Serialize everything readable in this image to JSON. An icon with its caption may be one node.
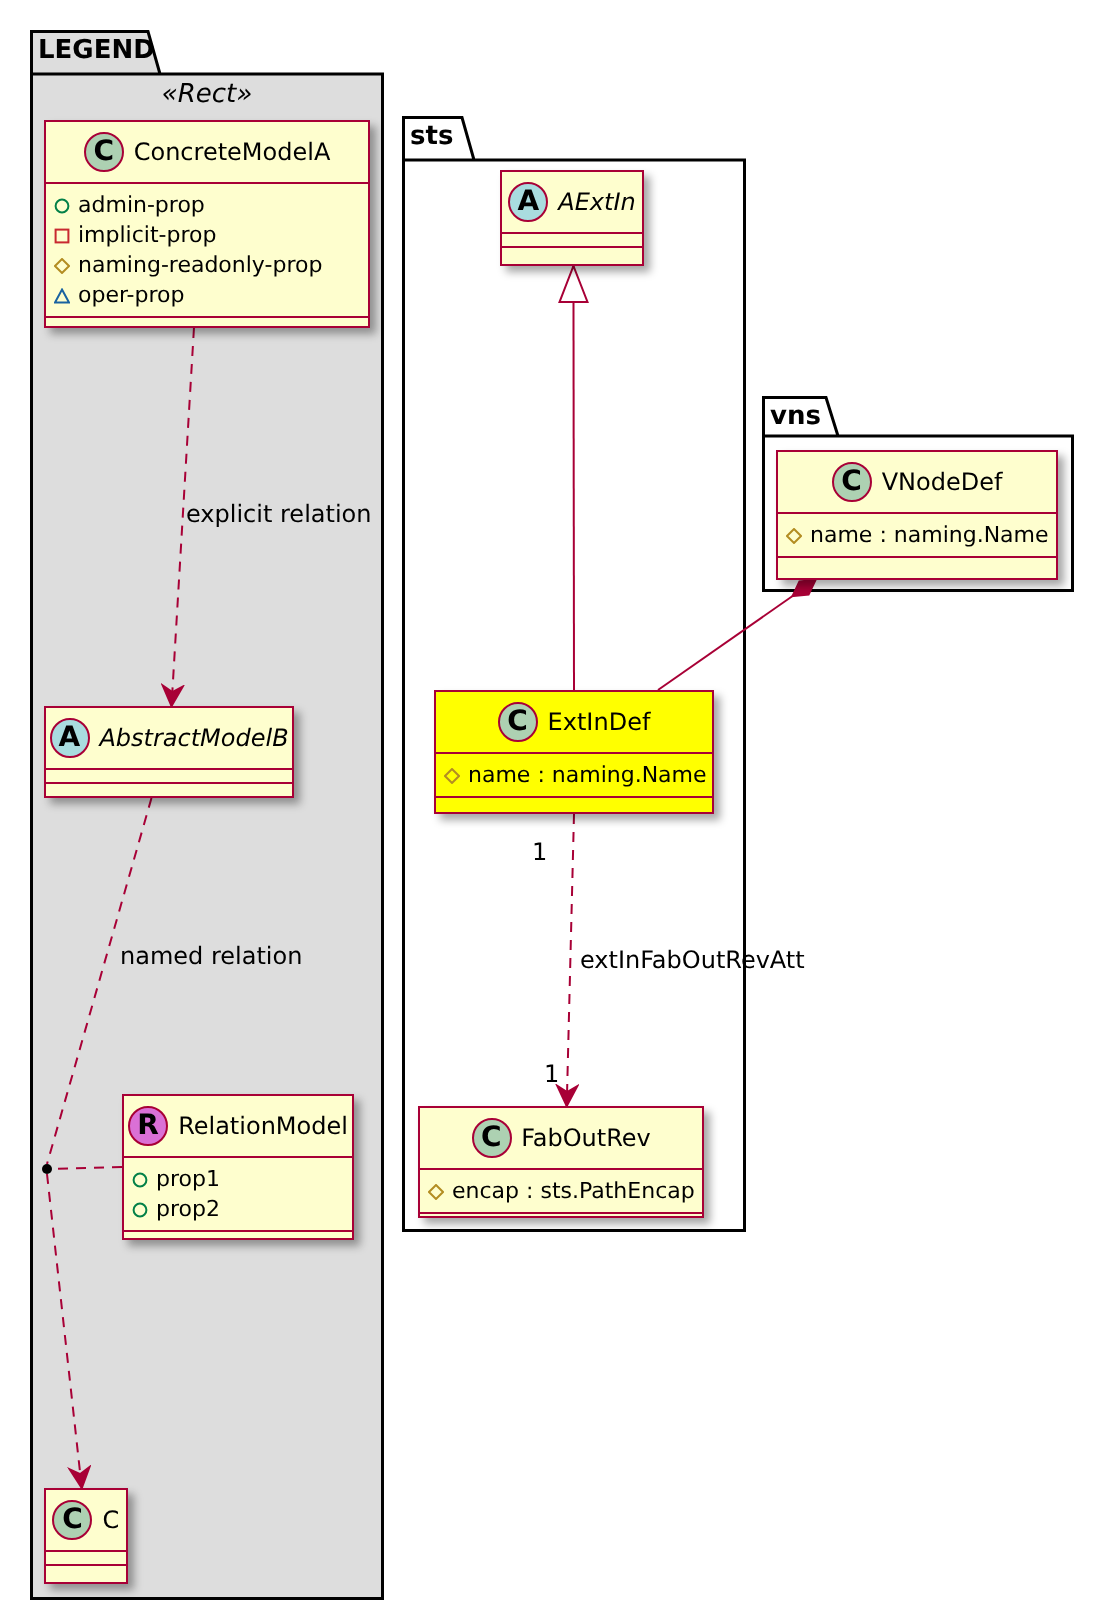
{
  "diagram": {
    "nodes": [
      {
        "text": [
          "LEGEND",
          "«Rect»"
        ]
      },
      {
        "text": [
          "C",
          "ConcreteModelA",
          "admin-prop",
          "implicit-prop",
          "naming-readonly-prop",
          "oper-prop"
        ],
        "in": 0
      },
      {
        "text": [
          "A",
          "AbstractModelB"
        ],
        "in": 0
      },
      {
        "text": [
          "R",
          "RelationModel",
          "prop1",
          "prop2"
        ],
        "in": 0
      },
      {
        "text": [],
        "shape": "circle",
        "in": 0
      },
      {
        "text": [
          "C",
          "C"
        ],
        "in": 0
      },
      {
        "text": [
          "sts"
        ]
      },
      {
        "text": [
          "A",
          "AExtIn"
        ],
        "in": 6
      },
      {
        "text": [
          "C",
          "ExtInDef",
          "name : naming.Name"
        ],
        "in": 6
      },
      {
        "text": [
          "C",
          "FabOutRev",
          "encap : sts.PathEncap"
        ],
        "in": 6
      },
      {
        "text": [
          "vns"
        ]
      },
      {
        "text": [
          "C",
          "VNodeDef",
          "name : naming.Name"
        ],
        "in": 10
      }
    ],
    "edges": [
      {
        "from": 1,
        "to": 2,
        "arrow": "to",
        "style": "dashed",
        "label": "explicit relation"
      },
      {
        "from": 2,
        "to": 4,
        "arrow": "none",
        "style": "dashed",
        "label": "named relation"
      },
      {
        "from": 4,
        "to": 5,
        "arrow": "to",
        "style": "dashed"
      },
      {
        "from": 3,
        "to": 4,
        "arrow": "none",
        "style": "dashed"
      },
      {
        "from": 8,
        "to": 7,
        "arrow": "to"
      },
      {
        "from": 11,
        "to": 8,
        "arrow": "other"
      },
      {
        "from": 8,
        "to": 9,
        "arrow": "to",
        "style": "dashed",
        "label": "extInFabOutRevAtt"
      }
    ],
    "labels": [
      "1",
      "1"
    ]
  }
}
